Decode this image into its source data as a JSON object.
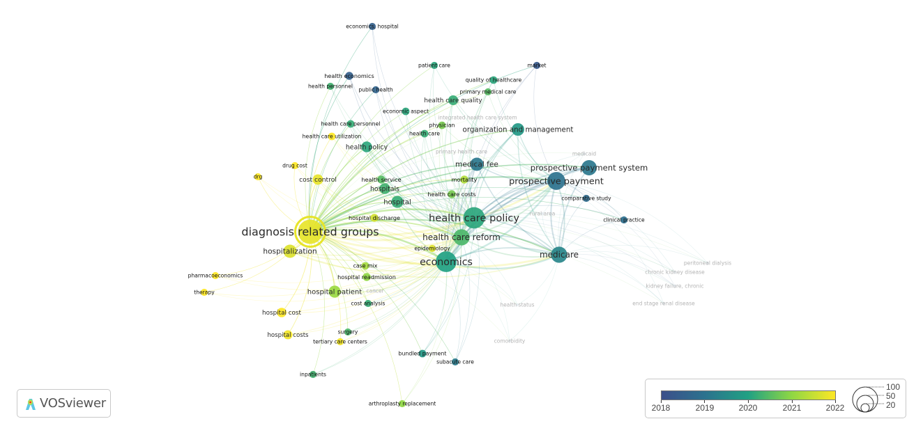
{
  "network": {
    "color_metric": "average publication year",
    "nodes": [
      {
        "label": "diagnosis related groups",
        "avg_pub_year": 2021.8,
        "occurrences": 100
      },
      {
        "label": "health care policy",
        "avg_pub_year": 2020.1,
        "occurrences": 75
      },
      {
        "label": "economics",
        "avg_pub_year": 2020.0,
        "occurrences": 70
      },
      {
        "label": "health care reform",
        "avg_pub_year": 2020.4,
        "occurrences": 40
      },
      {
        "label": "prospective payment",
        "avg_pub_year": 2019.0,
        "occurrences": 50
      },
      {
        "label": "prospective payment system",
        "avg_pub_year": 2019.1,
        "occurrences": 35
      },
      {
        "label": "medicare",
        "avg_pub_year": 2019.4,
        "occurrences": 40
      },
      {
        "label": "medical fee",
        "avg_pub_year": 2019.1,
        "occurrences": 25
      },
      {
        "label": "organization and management",
        "avg_pub_year": 2019.8,
        "occurrences": 22
      },
      {
        "label": "hospitalization",
        "avg_pub_year": 2021.7,
        "occurrences": 25
      },
      {
        "label": "hospital patient",
        "avg_pub_year": 2021.1,
        "occurrences": 20
      },
      {
        "label": "hospital",
        "avg_pub_year": 2020.2,
        "occurrences": 20
      },
      {
        "label": "hospitals",
        "avg_pub_year": 2020.3,
        "occurrences": 15
      },
      {
        "label": "health policy",
        "avg_pub_year": 2020.1,
        "occurrences": 15
      },
      {
        "label": "cost control",
        "avg_pub_year": 2021.8,
        "occurrences": 14
      },
      {
        "label": "health care quality",
        "avg_pub_year": 2020.2,
        "occurrences": 12
      },
      {
        "label": "hospital cost",
        "avg_pub_year": 2022.0,
        "occurrences": 11
      },
      {
        "label": "hospital costs",
        "avg_pub_year": 2021.9,
        "occurrences": 10
      },
      {
        "label": "economics, hospital",
        "avg_pub_year": 2018.5,
        "occurrences": 5
      },
      {
        "label": "patient care",
        "avg_pub_year": 2020.1,
        "occurrences": 5
      },
      {
        "label": "market",
        "avg_pub_year": 2018.3,
        "occurrences": 5
      },
      {
        "label": "health economics",
        "avg_pub_year": 2018.5,
        "occurrences": 7
      },
      {
        "label": "health personnel",
        "avg_pub_year": 2020.3,
        "occurrences": 5
      },
      {
        "label": "public health",
        "avg_pub_year": 2018.6,
        "occurrences": 5
      },
      {
        "label": "quality of healthcare",
        "avg_pub_year": 2020.1,
        "occurrences": 6
      },
      {
        "label": "primary medical care",
        "avg_pub_year": 2020.5,
        "occurrences": 5
      },
      {
        "label": "economic aspect",
        "avg_pub_year": 2020.1,
        "occurrences": 6
      },
      {
        "label": "health care personnel",
        "avg_pub_year": 2020.2,
        "occurrences": 6
      },
      {
        "label": "physician",
        "avg_pub_year": 2020.8,
        "occurrences": 6
      },
      {
        "label": "health care",
        "avg_pub_year": 2020.2,
        "occurrences": 6
      },
      {
        "label": "health care utilization",
        "avg_pub_year": 2022.0,
        "occurrences": 6
      },
      {
        "label": "drug cost",
        "avg_pub_year": 2022.0,
        "occurrences": 5
      },
      {
        "label": "drg",
        "avg_pub_year": 2022.0,
        "occurrences": 5
      },
      {
        "label": "health service",
        "avg_pub_year": 2020.5,
        "occurrences": 7
      },
      {
        "label": "mortality",
        "avg_pub_year": 2021.3,
        "occurrences": 7
      },
      {
        "label": "health care costs",
        "avg_pub_year": 2020.8,
        "occurrences": 7
      },
      {
        "label": "hospital discharge",
        "avg_pub_year": 2021.6,
        "occurrences": 7
      },
      {
        "label": "epidemiology",
        "avg_pub_year": 2021.7,
        "occurrences": 5
      },
      {
        "label": "case mix",
        "avg_pub_year": 2021.2,
        "occurrences": 6
      },
      {
        "label": "hospital readmission",
        "avg_pub_year": 2021.0,
        "occurrences": 7
      },
      {
        "label": "cost analysis",
        "avg_pub_year": 2020.2,
        "occurrences": 5
      },
      {
        "label": "surgery",
        "avg_pub_year": 2020.4,
        "occurrences": 5
      },
      {
        "label": "tertiary care centers",
        "avg_pub_year": 2021.9,
        "occurrences": 5
      },
      {
        "label": "bundled payment",
        "avg_pub_year": 2019.8,
        "occurrences": 6
      },
      {
        "label": "subacute care",
        "avg_pub_year": 2019.2,
        "occurrences": 5
      },
      {
        "label": "inpatients",
        "avg_pub_year": 2020.3,
        "occurrences": 5
      },
      {
        "label": "arthroplasty replacement",
        "avg_pub_year": 2021.0,
        "occurrences": 5
      },
      {
        "label": "pharmacoeconomics",
        "avg_pub_year": 2022.0,
        "occurrences": 5
      },
      {
        "label": "therapy",
        "avg_pub_year": 2022.0,
        "occurrences": 5
      },
      {
        "label": "comparative study",
        "avg_pub_year": 2018.8,
        "occurrences": 5
      },
      {
        "label": "clinical practice",
        "avg_pub_year": 2018.9,
        "occurrences": 5
      },
      {
        "label": "integrated health care system",
        "avg_pub_year": 2020.0,
        "occurrences": 5
      },
      {
        "label": "primary health care",
        "avg_pub_year": 2020.0,
        "occurrences": 5
      },
      {
        "label": "medicaid",
        "avg_pub_year": 2019.5,
        "occurrences": 5
      },
      {
        "label": "rural area",
        "avg_pub_year": 2019.5,
        "occurrences": 5
      },
      {
        "label": "cancer",
        "avg_pub_year": 2020.5,
        "occurrences": 5
      },
      {
        "label": "health status",
        "avg_pub_year": 2020.0,
        "occurrences": 5
      },
      {
        "label": "comorbidity",
        "avg_pub_year": 2020.0,
        "occurrences": 5
      },
      {
        "label": "peritoneal dialysis",
        "avg_pub_year": 2019.5,
        "occurrences": 5
      },
      {
        "label": "chronic kidney disease",
        "avg_pub_year": 2019.5,
        "occurrences": 6
      },
      {
        "label": "kidney failure, chronic",
        "avg_pub_year": 2018.5,
        "occurrences": 6
      },
      {
        "label": "end stage renal disease",
        "avg_pub_year": 2019.5,
        "occurrences": 5
      }
    ]
  },
  "logo": {
    "text": "VOSviewer"
  },
  "legend": {
    "color_scale": {
      "ticks": [
        "2018",
        "2019",
        "2020",
        "2021",
        "2022"
      ],
      "colors": [
        "#3b4f8a",
        "#2c728e",
        "#21a183",
        "#8fd744",
        "#fde725"
      ]
    },
    "size_scale": {
      "labels": [
        "100",
        "50",
        "20"
      ]
    }
  }
}
